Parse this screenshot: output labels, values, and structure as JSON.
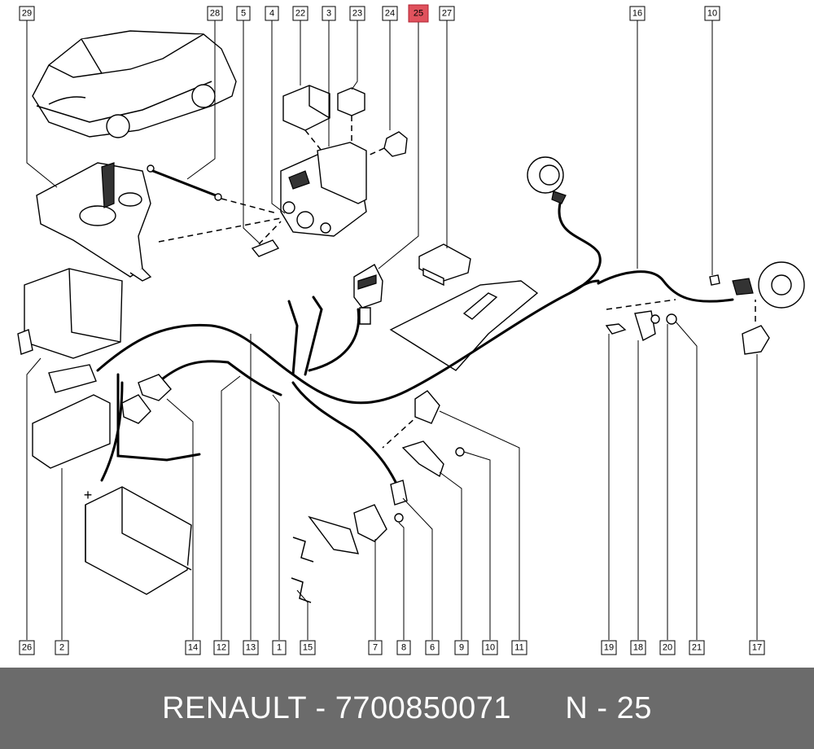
{
  "footer": {
    "brand": "RENAULT",
    "separator": " - ",
    "part_number": "7700850071",
    "ref_label": "N - 25"
  },
  "colors": {
    "footer_bg": "#6b6b6b",
    "highlight": "#e0525d"
  },
  "callouts_top": [
    "29",
    "28",
    "5",
    "4",
    "22",
    "3",
    "23",
    "24",
    "25",
    "27",
    "16",
    "10"
  ],
  "callouts_bottom": [
    "26",
    "2",
    "14",
    "12",
    "13",
    "1",
    "15",
    "7",
    "8",
    "6",
    "9",
    "10",
    "11",
    "19",
    "18",
    "20",
    "21",
    "17"
  ],
  "highlighted_callout": "25"
}
